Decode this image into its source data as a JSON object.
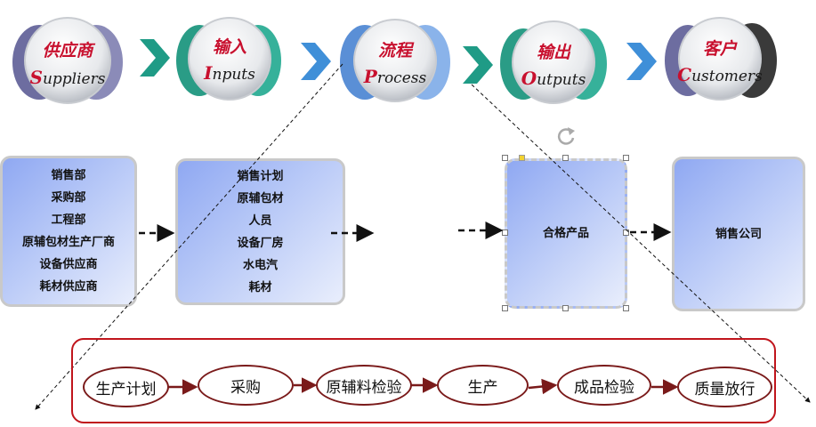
{
  "stages": [
    {
      "cn": "供应商",
      "en_first": "S",
      "en_rest": "uppliers"
    },
    {
      "cn": "输入",
      "en_first": "I",
      "en_rest": "nputs"
    },
    {
      "cn": "流程",
      "en_first": "P",
      "en_rest": "rocess"
    },
    {
      "cn": "输出",
      "en_first": "O",
      "en_rest": "utputs"
    },
    {
      "cn": "客户",
      "en_first": "C",
      "en_rest": "ustomers"
    }
  ],
  "suppliers_box": {
    "lines": [
      "销售部",
      "采购部",
      "工程部",
      "原辅包材生产厂商",
      "设备供应商",
      "耗材供应商"
    ]
  },
  "inputs_box": {
    "lines": [
      "销售计划",
      "原辅包材",
      "人员",
      "设备厂房",
      "水电汽",
      "耗材"
    ]
  },
  "outputs_box": {
    "label": "合格产品"
  },
  "customers_box": {
    "label": "销售公司"
  },
  "process_flow": {
    "steps": [
      "生产计划",
      "采购",
      "原辅料检验",
      "生产",
      "成品检验",
      "质量放行"
    ]
  },
  "colors": {
    "accent_red": "#c8102e",
    "chevron_teal": "#1f9b86",
    "chevron_blue": "#3f8fd8",
    "box_blue": "#8fa8f2",
    "frame_red": "#c0151c"
  }
}
